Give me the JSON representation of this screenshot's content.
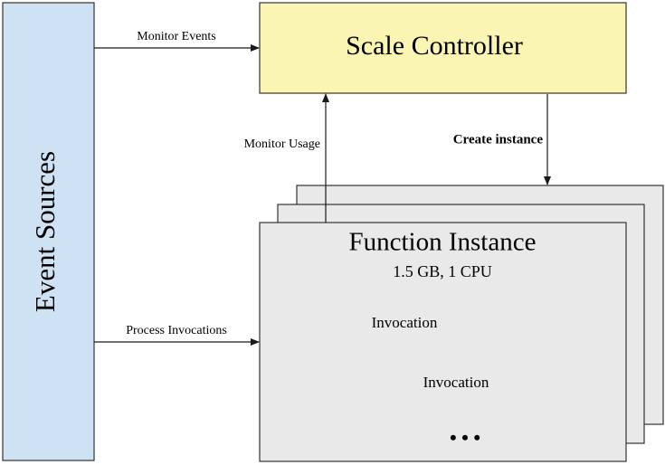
{
  "event_sources": {
    "label": "Event Sources",
    "fill": "#cfe2f3"
  },
  "scale_controller": {
    "label": "Scale Controller",
    "fill": "#fbf5b3"
  },
  "function_instance": {
    "title": "Function Instance",
    "spec": "1.5 GB, 1 CPU",
    "invocations": [
      "Invocation",
      "Invocation"
    ],
    "ellipsis": "• • •",
    "fill": "#e9e9e9"
  },
  "arrows": {
    "monitor_events": "Monitor Events",
    "monitor_usage": "Monitor Usage",
    "create_instance": "Create instance",
    "process_invocations": "Process Invocations"
  }
}
